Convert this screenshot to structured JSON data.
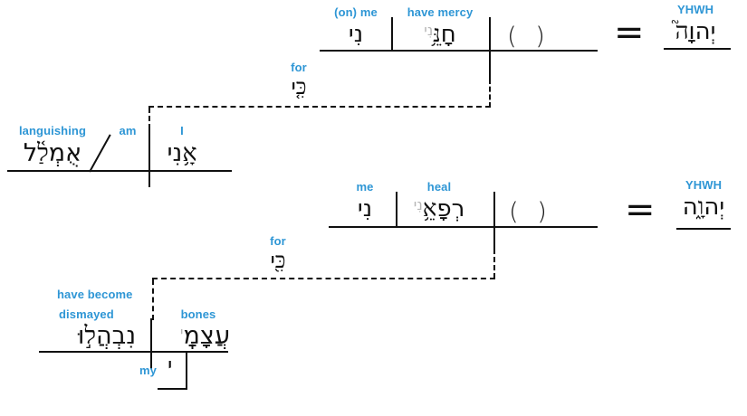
{
  "colors": {
    "label_blue": "#2e96d5",
    "suffix_gray": "#b5b5b5",
    "line_black": "#101010"
  },
  "clause1": {
    "object_gloss": "(on) me",
    "object_hebrew": "נִי",
    "verb_gloss": "have mercy",
    "verb_hebrew_stem": "חָנֵּ֥",
    "verb_hebrew_suffix": "נִי",
    "subject_placeholder": "( )",
    "equals": "=",
    "vocative_gloss": "YHWH",
    "vocative_hebrew": "יְהוָה֮"
  },
  "connector1": {
    "gloss": "for",
    "hebrew": "כִּ֤י"
  },
  "subclause1": {
    "predicate_gloss": "languishing",
    "predicate_hebrew": "אֻמְלַ֫ל",
    "copula_gloss": "am",
    "subject_gloss": "I",
    "subject_hebrew": "אָ֥נִי"
  },
  "clause2": {
    "object_gloss": "me",
    "object_hebrew": "נִי",
    "verb_gloss": "heal",
    "verb_hebrew_stem": "רְפָאֵ֥",
    "verb_hebrew_suffix": "נִי",
    "subject_placeholder": "( )",
    "equals": "=",
    "vocative_gloss": "YHWH",
    "vocative_hebrew": "יְהוָ֑ה"
  },
  "connector2": {
    "gloss": "for",
    "hebrew": "כִּ֖י"
  },
  "subclause2": {
    "verb_gloss_line1": "have become",
    "verb_gloss_line2": "dismayed",
    "verb_hebrew": "נִבְהֲל֣וּ",
    "subject_gloss": "bones",
    "subject_hebrew_stem": "עֲצָמָֽ",
    "subject_hebrew_suffix": "י",
    "possessive_gloss": "my",
    "possessive_hebrew": "י"
  }
}
